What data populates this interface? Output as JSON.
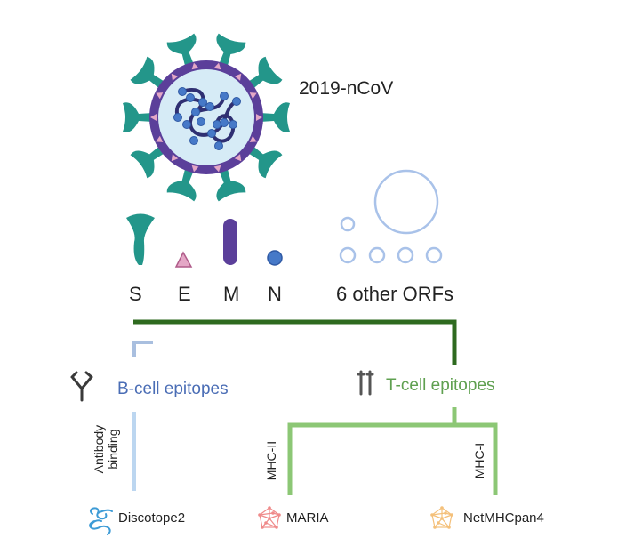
{
  "virus": {
    "name": "2019-nCoV"
  },
  "proteins": {
    "s": "S",
    "e": "E",
    "m": "M",
    "n": "N",
    "other": "6 other ORFs"
  },
  "branches": {
    "b_cell": {
      "label": "B-cell epitopes",
      "sub": [
        "Antibody",
        "binding"
      ],
      "tool": "Discotope2"
    },
    "t_cell": {
      "label": "T-cell epitopes",
      "mhc_ii": "MHC-II",
      "mhc_i": "MHC-I",
      "tool_ii": "MARIA",
      "tool_i": "NetMHCpan4"
    }
  },
  "colors": {
    "spike": "#23968a",
    "envelope": "#e4a7c6",
    "membrane": "#5b3f9a",
    "nucleocapsid": "#4679c8",
    "orf_outline": "#a9c2e9",
    "dark_green": "#2e6a1f",
    "light_green": "#8cc775",
    "b_cell_blue": "#4a6db5",
    "b_cell_light": "#bcd6f0",
    "discotope": "#3d9bd6",
    "maria": "#ef8a8a",
    "netmhc": "#f4c07a"
  }
}
